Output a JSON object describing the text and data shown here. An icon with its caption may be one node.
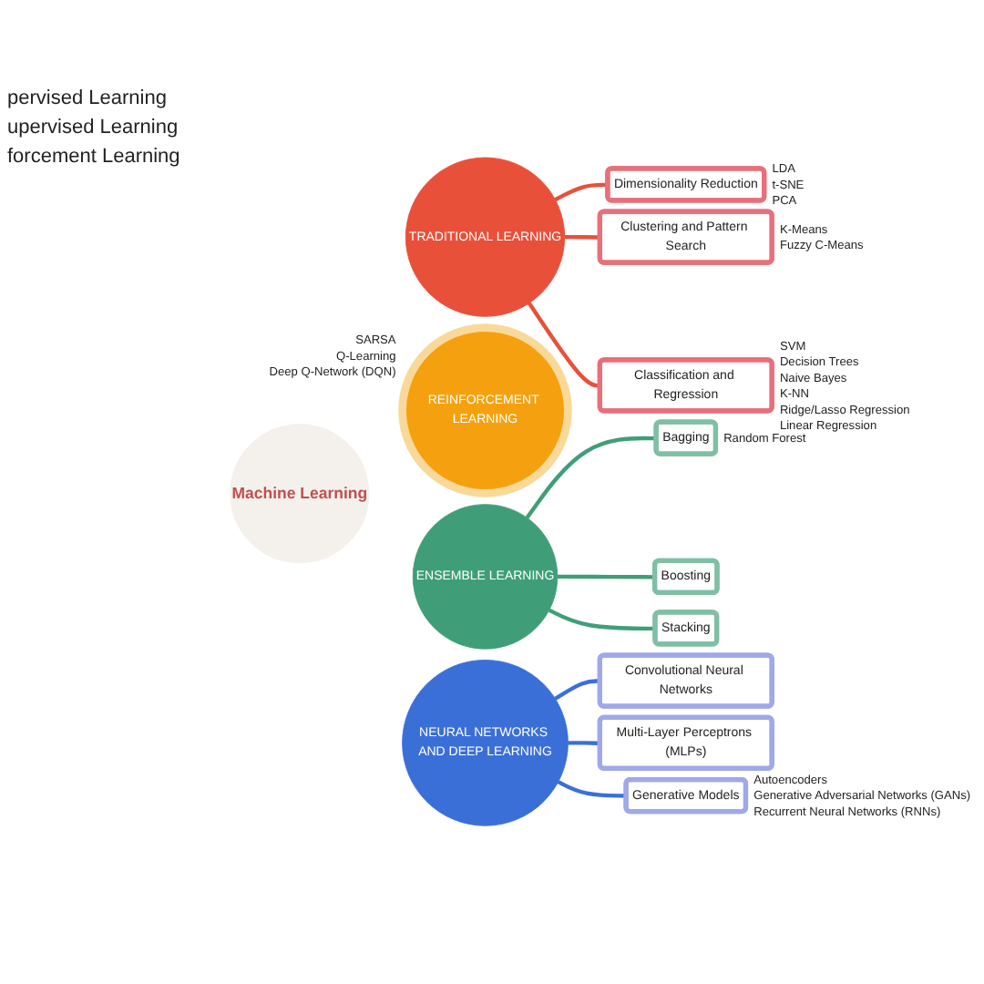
{
  "diagram": {
    "nodes": [
      {
        "text": [
          "Machine Learning"
        ]
      },
      {
        "text": [
          "TRADITIONAL LEARNING"
        ]
      },
      {
        "text": [
          "Dimensionality Reduction"
        ],
        "beside": [
          "LDA",
          "t-SNE",
          "PCA"
        ]
      },
      {
        "text": [
          "Clustering and Pattern Search"
        ],
        "beside": [
          "K-Means",
          "Fuzzy C-Means"
        ]
      },
      {
        "text": [
          "Classification and Regression"
        ],
        "beside": [
          "SVM",
          "Decision Trees",
          "Naive Bayes",
          "K-NN",
          "Ridge/Lasso Regression",
          "Linear Regression"
        ]
      },
      {
        "text": [
          "REINFORCEMENT LEARNING"
        ],
        "beside": [
          "SARSA",
          "Q-Learning",
          "Deep Q-Network (DQN)"
        ]
      },
      {
        "text": [
          "ENSEMBLE LEARNING"
        ]
      },
      {
        "text": [
          "Bagging"
        ],
        "beside": [
          "Random Forest"
        ]
      },
      {
        "text": [
          "Boosting"
        ]
      },
      {
        "text": [
          "Stacking"
        ]
      },
      {
        "text": [
          "NEURAL NETWORKS AND DEEP LEARNING"
        ]
      },
      {
        "text": [
          "Convolutional Neural Networks"
        ]
      },
      {
        "text": [
          "Multi-Layer Perceptrons (MLPs)"
        ]
      },
      {
        "text": [
          "Generative Models"
        ],
        "beside": [
          "Autoencoders",
          "Generative Adversarial Networks (GANs)",
          "Recurrent Neural Networks (RNNs)"
        ]
      }
    ],
    "edges": [
      {
        "from": 1,
        "to": 2,
        "arrow": "none",
        "color": "#e8503a"
      },
      {
        "from": 1,
        "to": 3,
        "arrow": "none",
        "color": "#e8503a"
      },
      {
        "from": 1,
        "to": 4,
        "arrow": "none",
        "color": "#e8503a"
      },
      {
        "from": 6,
        "to": 7,
        "arrow": "none",
        "color": "#3f9e78"
      },
      {
        "from": 6,
        "to": 8,
        "arrow": "none",
        "color": "#3f9e78"
      },
      {
        "from": 6,
        "to": 9,
        "arrow": "none",
        "color": "#3f9e78"
      },
      {
        "from": 10,
        "to": 11,
        "arrow": "none",
        "color": "#3b6fd8"
      },
      {
        "from": 10,
        "to": 12,
        "arrow": "none",
        "color": "#3b6fd8"
      },
      {
        "from": 10,
        "to": 13,
        "arrow": "none",
        "color": "#3b6fd8"
      }
    ],
    "labels": [
      "pervised Learning",
      "upervised Learning",
      "forcement Learning"
    ]
  }
}
